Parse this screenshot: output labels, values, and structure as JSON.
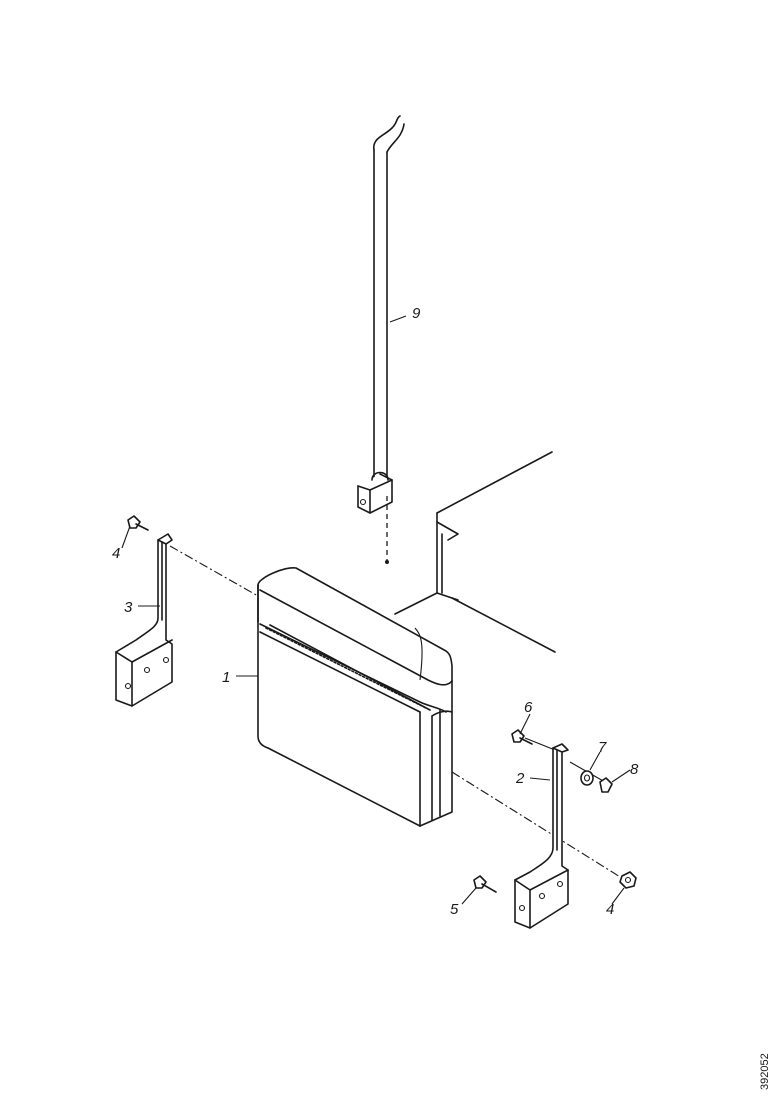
{
  "callouts": {
    "p1": "1",
    "p2": "2",
    "p3": "3",
    "p4a": "4",
    "p4b": "4",
    "p5": "5",
    "p6": "6",
    "p7": "7",
    "p8": "8",
    "p9": "9"
  },
  "doc_id": "392052"
}
